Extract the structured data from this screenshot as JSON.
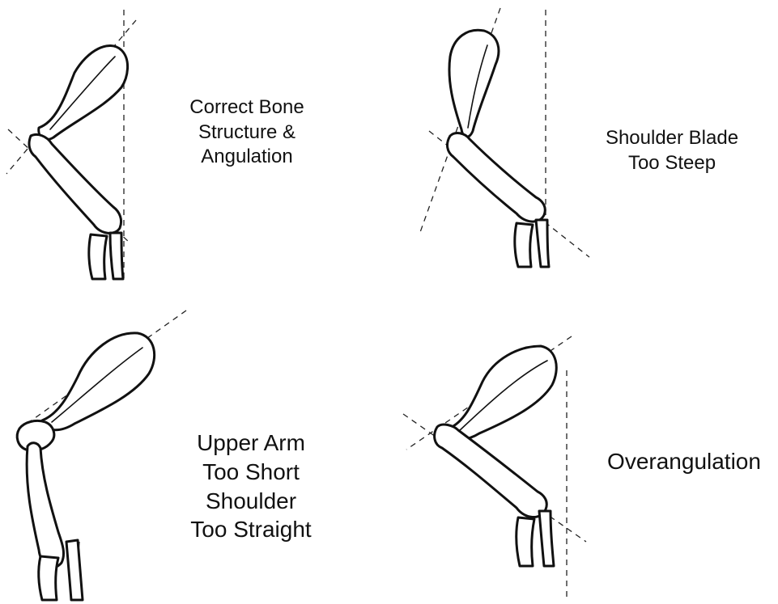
{
  "panels": [
    {
      "id": "correct",
      "caption": "Correct Bone\nStructure &\nAngulation"
    },
    {
      "id": "blade-steep",
      "caption": "Shoulder Blade\nToo Steep"
    },
    {
      "id": "upper-arm-short",
      "caption": "Upper Arm\nToo Short\nShoulder\nToo Straight"
    },
    {
      "id": "overangulation",
      "caption": "Overangulation"
    }
  ],
  "colors": {
    "ink": "#111111",
    "background": "#ffffff"
  }
}
